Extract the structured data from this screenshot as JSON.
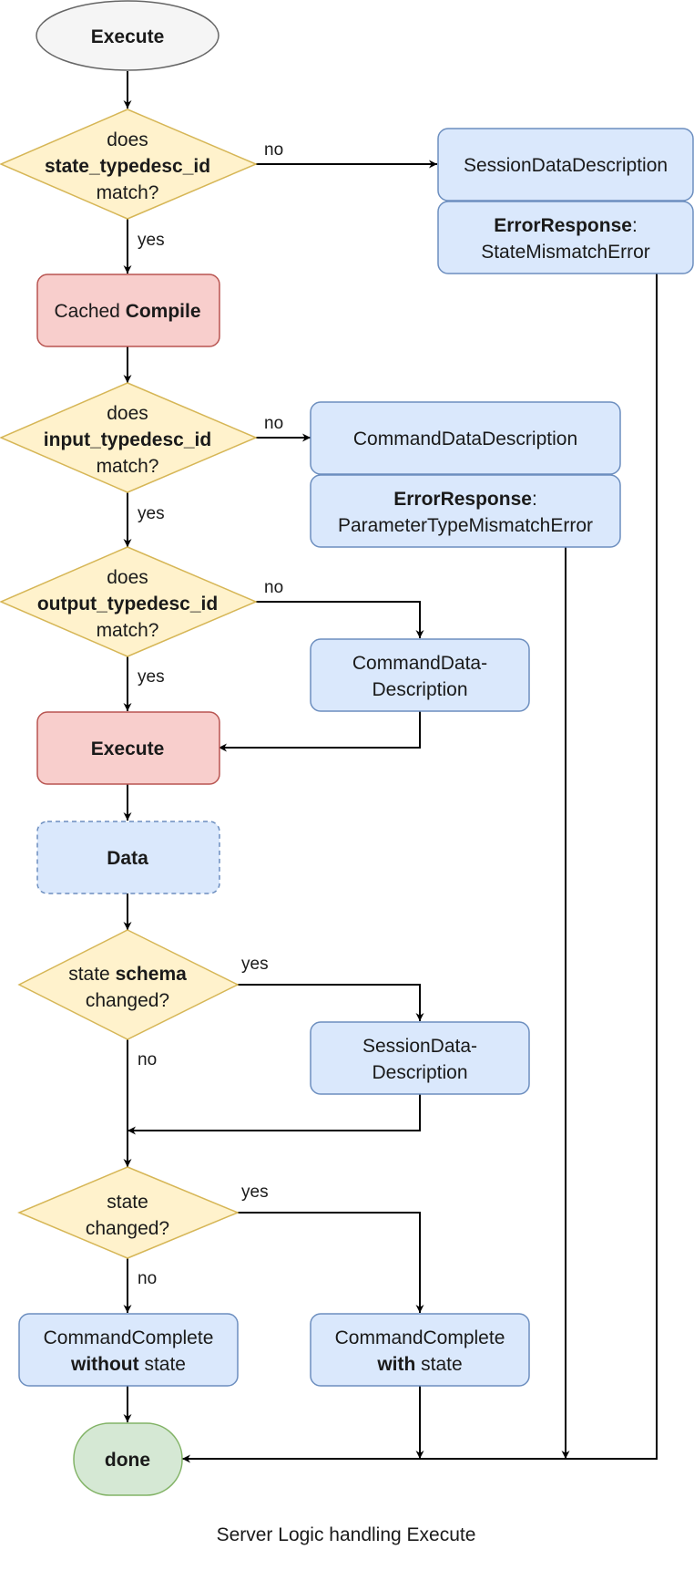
{
  "title": "Server Logic handling Execute",
  "nodes": {
    "start": "Execute",
    "q1": {
      "pre": "does",
      "key": "state_typedesc_id",
      "post": "match?"
    },
    "session_desc": "SessionDataDescription",
    "err1": {
      "bold": "ErrorResponse",
      "sep": ":",
      "rest": "StateMismatchError"
    },
    "cached": {
      "pre": "Cached ",
      "bold": "Compile"
    },
    "q2": {
      "pre": "does",
      "key": "input_typedesc_id",
      "post": "match?"
    },
    "cmd_desc": "CommandDataDescription",
    "err2": {
      "bold": "ErrorResponse",
      "sep": ":",
      "rest": "ParameterTypeMismatchError"
    },
    "q3": {
      "pre": "does",
      "key": "output_typedesc_id",
      "post": "match?"
    },
    "cmd_desc2": {
      "line1": "CommandData-",
      "line2": "Description"
    },
    "execute": "Execute",
    "data": "Data",
    "q4": {
      "pre": "state ",
      "bold": "schema",
      "post": "changed?"
    },
    "session_desc2": {
      "line1": "SessionData-",
      "line2": "Description"
    },
    "q5": {
      "line1": "state",
      "line2": "changed?"
    },
    "cc_without": {
      "line1": "CommandComplete",
      "bold": "without",
      "rest": " state"
    },
    "cc_with": {
      "line1": "CommandComplete",
      "bold": "with",
      "rest": " state"
    },
    "done": "done"
  },
  "edge_labels": {
    "yes": "yes",
    "no": "no"
  },
  "colors": {
    "decision_fill": "#fff2cc",
    "decision_stroke": "#d6b656",
    "blue_fill": "#dae8fc",
    "blue_stroke": "#6c8ebf",
    "red_fill": "#f8cecc",
    "red_stroke": "#b85450",
    "green_fill": "#d5e8d4",
    "green_stroke": "#82b366",
    "start_fill": "#f5f5f5",
    "start_stroke": "#666666"
  }
}
